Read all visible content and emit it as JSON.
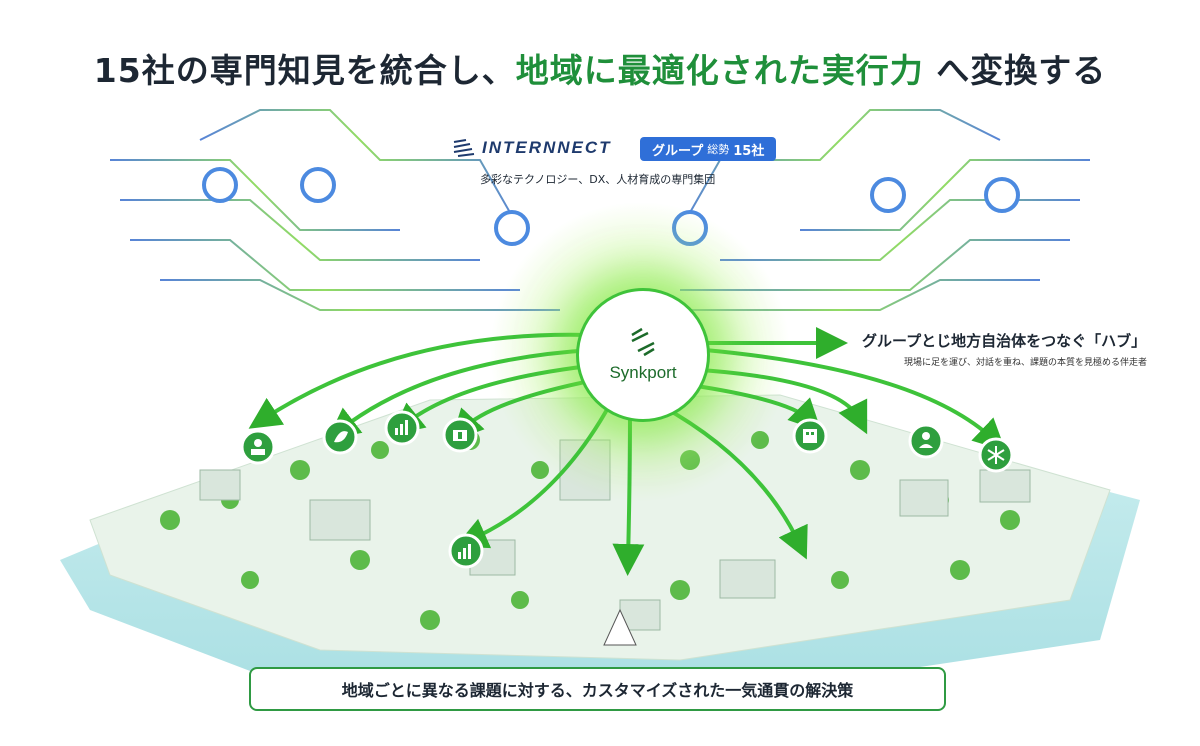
{
  "headline": {
    "part1": "15社の専門知見を統合し、",
    "accent": "地域に最適化された実行力",
    "part2": " へ変換する"
  },
  "brand": {
    "name": "INTERNNECT",
    "badge_label": "グループ",
    "badge_total_label": "総勢",
    "badge_count": "15社",
    "tagline": "多彩なテクノロジー、DX、人材育成の専門集団"
  },
  "hub": {
    "name": "Synkport",
    "caption": "グループとじ地方自治体をつなぐ「ハブ」",
    "sub": "現場に足を運び、対話を重ね、課題の本質を見極める伴走者"
  },
  "banner": {
    "text": "地域ごとに異なる課題に対する、カスタマイズされた一気通貫の解決策"
  },
  "icons": [
    "people-icon",
    "leaf-icon",
    "chart-building-icon",
    "clinic-icon",
    "bar-chart-icon",
    "building-icon",
    "person-icon",
    "snowflake-icon"
  ],
  "colors": {
    "accent_green": "#1f8f3a",
    "hub_glow": "#7be33c",
    "brand_navy": "#1e3a6d",
    "badge_blue": "#2f6fd8",
    "circuit_blue": "#5b9ce8"
  }
}
